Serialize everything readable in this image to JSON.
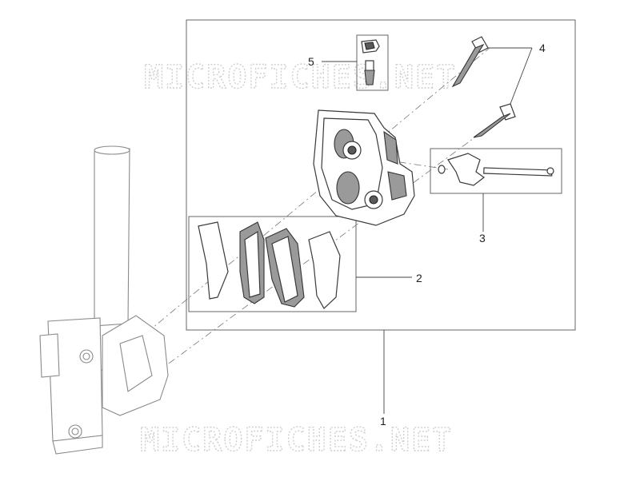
{
  "watermark": {
    "top": "MICROFICHES.NET",
    "bottom": "MICROFICHES.NET"
  },
  "callouts": {
    "c1": "1",
    "c2": "2",
    "c3": "3",
    "c4": "4",
    "c5": "5"
  }
}
